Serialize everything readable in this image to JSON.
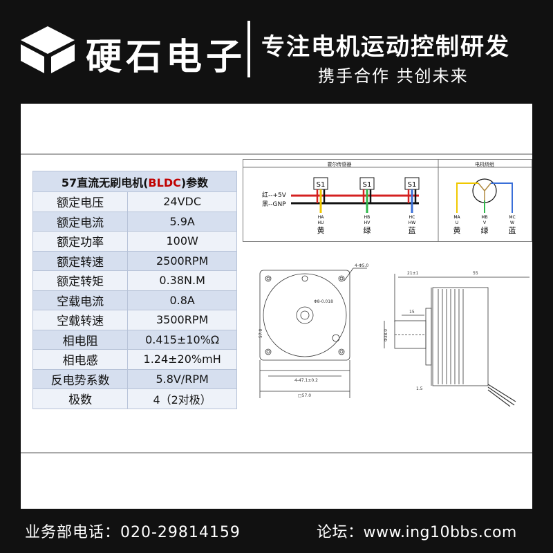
{
  "header": {
    "brand": "硬石电子",
    "slogan_main": "专注电机运动控制研发",
    "slogan_sub": "携手合作  共创未来"
  },
  "table": {
    "title_prefix": "57直流无刷电机(",
    "title_highlight": "BLDC",
    "title_suffix": ")参数",
    "rows": [
      {
        "label": "额定电压",
        "value": "24VDC"
      },
      {
        "label": "额定电流",
        "value": "5.9A"
      },
      {
        "label": "额定功率",
        "value": "100W"
      },
      {
        "label": "额定转速",
        "value": "2500RPM"
      },
      {
        "label": "额定转矩",
        "value": "0.38N.M"
      },
      {
        "label": "空载电流",
        "value": "0.8A"
      },
      {
        "label": "空载转速",
        "value": "3500RPM"
      },
      {
        "label": "相电阻",
        "value": "0.415±10%Ω"
      },
      {
        "label": "相电感",
        "value": "1.24±20%mH"
      },
      {
        "label": "反电势系数",
        "value": "5.8V/RPM"
      },
      {
        "label": "极数",
        "value": "4（2对极）"
      }
    ]
  },
  "wiring": {
    "hall_title": "霍尔传感器",
    "winding_title": "电机绕组",
    "sensor_label": "S1",
    "power_pos": "红--+5V",
    "power_neg": "黑--GNP",
    "hall_pins": [
      {
        "top": "HA",
        "bottom": "HU",
        "color_name": "黄"
      },
      {
        "top": "HB",
        "bottom": "HV",
        "color_name": "绿"
      },
      {
        "top": "HC",
        "bottom": "HW",
        "color_name": "蓝"
      }
    ],
    "winding_pins": [
      {
        "top": "MA",
        "bottom": "U",
        "color_name": "黄"
      },
      {
        "top": "MB",
        "bottom": "V",
        "color_name": "绿"
      },
      {
        "top": "MC",
        "bottom": "W",
        "color_name": "蓝"
      }
    ],
    "colors": {
      "red": "#d42020",
      "black": "#111111",
      "yellow": "#f0c800",
      "green": "#2fb84a",
      "blue": "#3a6fd8"
    }
  },
  "drawing": {
    "dim_holes": "4-Φ5.0",
    "dim_shaft": "Φ8-0.018",
    "dim_pitch": "4-47.1±0.2",
    "dim_square": "□57.0",
    "dim_side": "57.0",
    "dim_pilot_len": "21±1",
    "dim_body_len": "55",
    "dim_shaft_len": "15",
    "dim_pilot_dia": "Φ38.0",
    "dim_flange": "1.5"
  },
  "footer": {
    "phone": "业务部电话：020-29814159",
    "forum": "论坛：www.ing10bbs.com"
  }
}
